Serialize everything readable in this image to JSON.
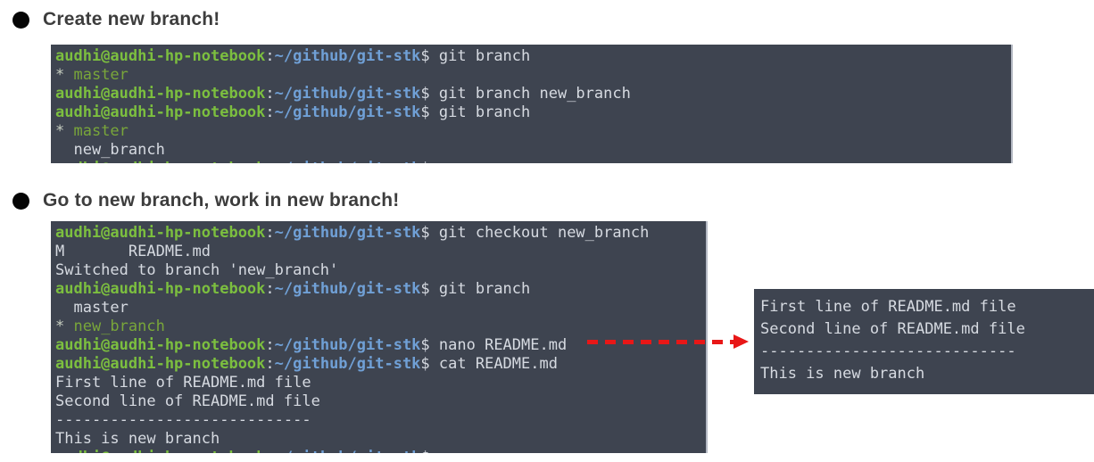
{
  "colors": {
    "terminal-bg": "#3e4450",
    "prompt-green": "#7cbf3f",
    "path-blue": "#70a0d6",
    "text-light": "#d6dae1",
    "branch-green": "#79a63a",
    "star-pale": "#c9d0c2",
    "arrow-red": "#e81717",
    "heading-color": "#3d3d3d"
  },
  "headings": {
    "create": "Create new branch!",
    "work": "Go to new branch, work in new branch!"
  },
  "prompt": {
    "user_host": "audhi@audhi-hp-notebook",
    "separator": ":",
    "path": "~/github/git-stk",
    "symbol": "$"
  },
  "terminal_create": {
    "lines": [
      {
        "type": "cmd",
        "command": "git branch"
      },
      {
        "type": "seg",
        "segments": [
          {
            "text": "* ",
            "color": "pale"
          },
          {
            "text": "master",
            "color": "green"
          }
        ]
      },
      {
        "type": "cmd",
        "command": "git branch new_branch"
      },
      {
        "type": "cmd",
        "command": "git branch"
      },
      {
        "type": "seg",
        "segments": [
          {
            "text": "* ",
            "color": "pale"
          },
          {
            "text": "master",
            "color": "green"
          }
        ]
      },
      {
        "type": "out",
        "text": "  new_branch"
      },
      {
        "type": "cmd",
        "command": "",
        "partial": true
      }
    ]
  },
  "terminal_work": {
    "lines": [
      {
        "type": "cmd",
        "command": "git checkout new_branch"
      },
      {
        "type": "out",
        "text": "M       README.md"
      },
      {
        "type": "out",
        "text": "Switched to branch 'new_branch'"
      },
      {
        "type": "cmd",
        "command": "git branch"
      },
      {
        "type": "out",
        "text": "  master"
      },
      {
        "type": "seg",
        "segments": [
          {
            "text": "* ",
            "color": "pale"
          },
          {
            "text": "new_branch",
            "color": "green"
          }
        ]
      },
      {
        "type": "cmd",
        "command": "nano README.md"
      },
      {
        "type": "cmd",
        "command": "cat README.md"
      },
      {
        "type": "out",
        "text": "First line of README.md file"
      },
      {
        "type": "out",
        "text": "Second line of README.md file"
      },
      {
        "type": "out",
        "text": "----------------------------"
      },
      {
        "type": "out",
        "text": "This is new branch"
      },
      {
        "type": "cmd",
        "command": "",
        "partial": true
      }
    ]
  },
  "readme_preview": {
    "lines": [
      "First line of README.md file",
      "Second line of README.md file",
      "----------------------------",
      "This is new branch"
    ]
  }
}
